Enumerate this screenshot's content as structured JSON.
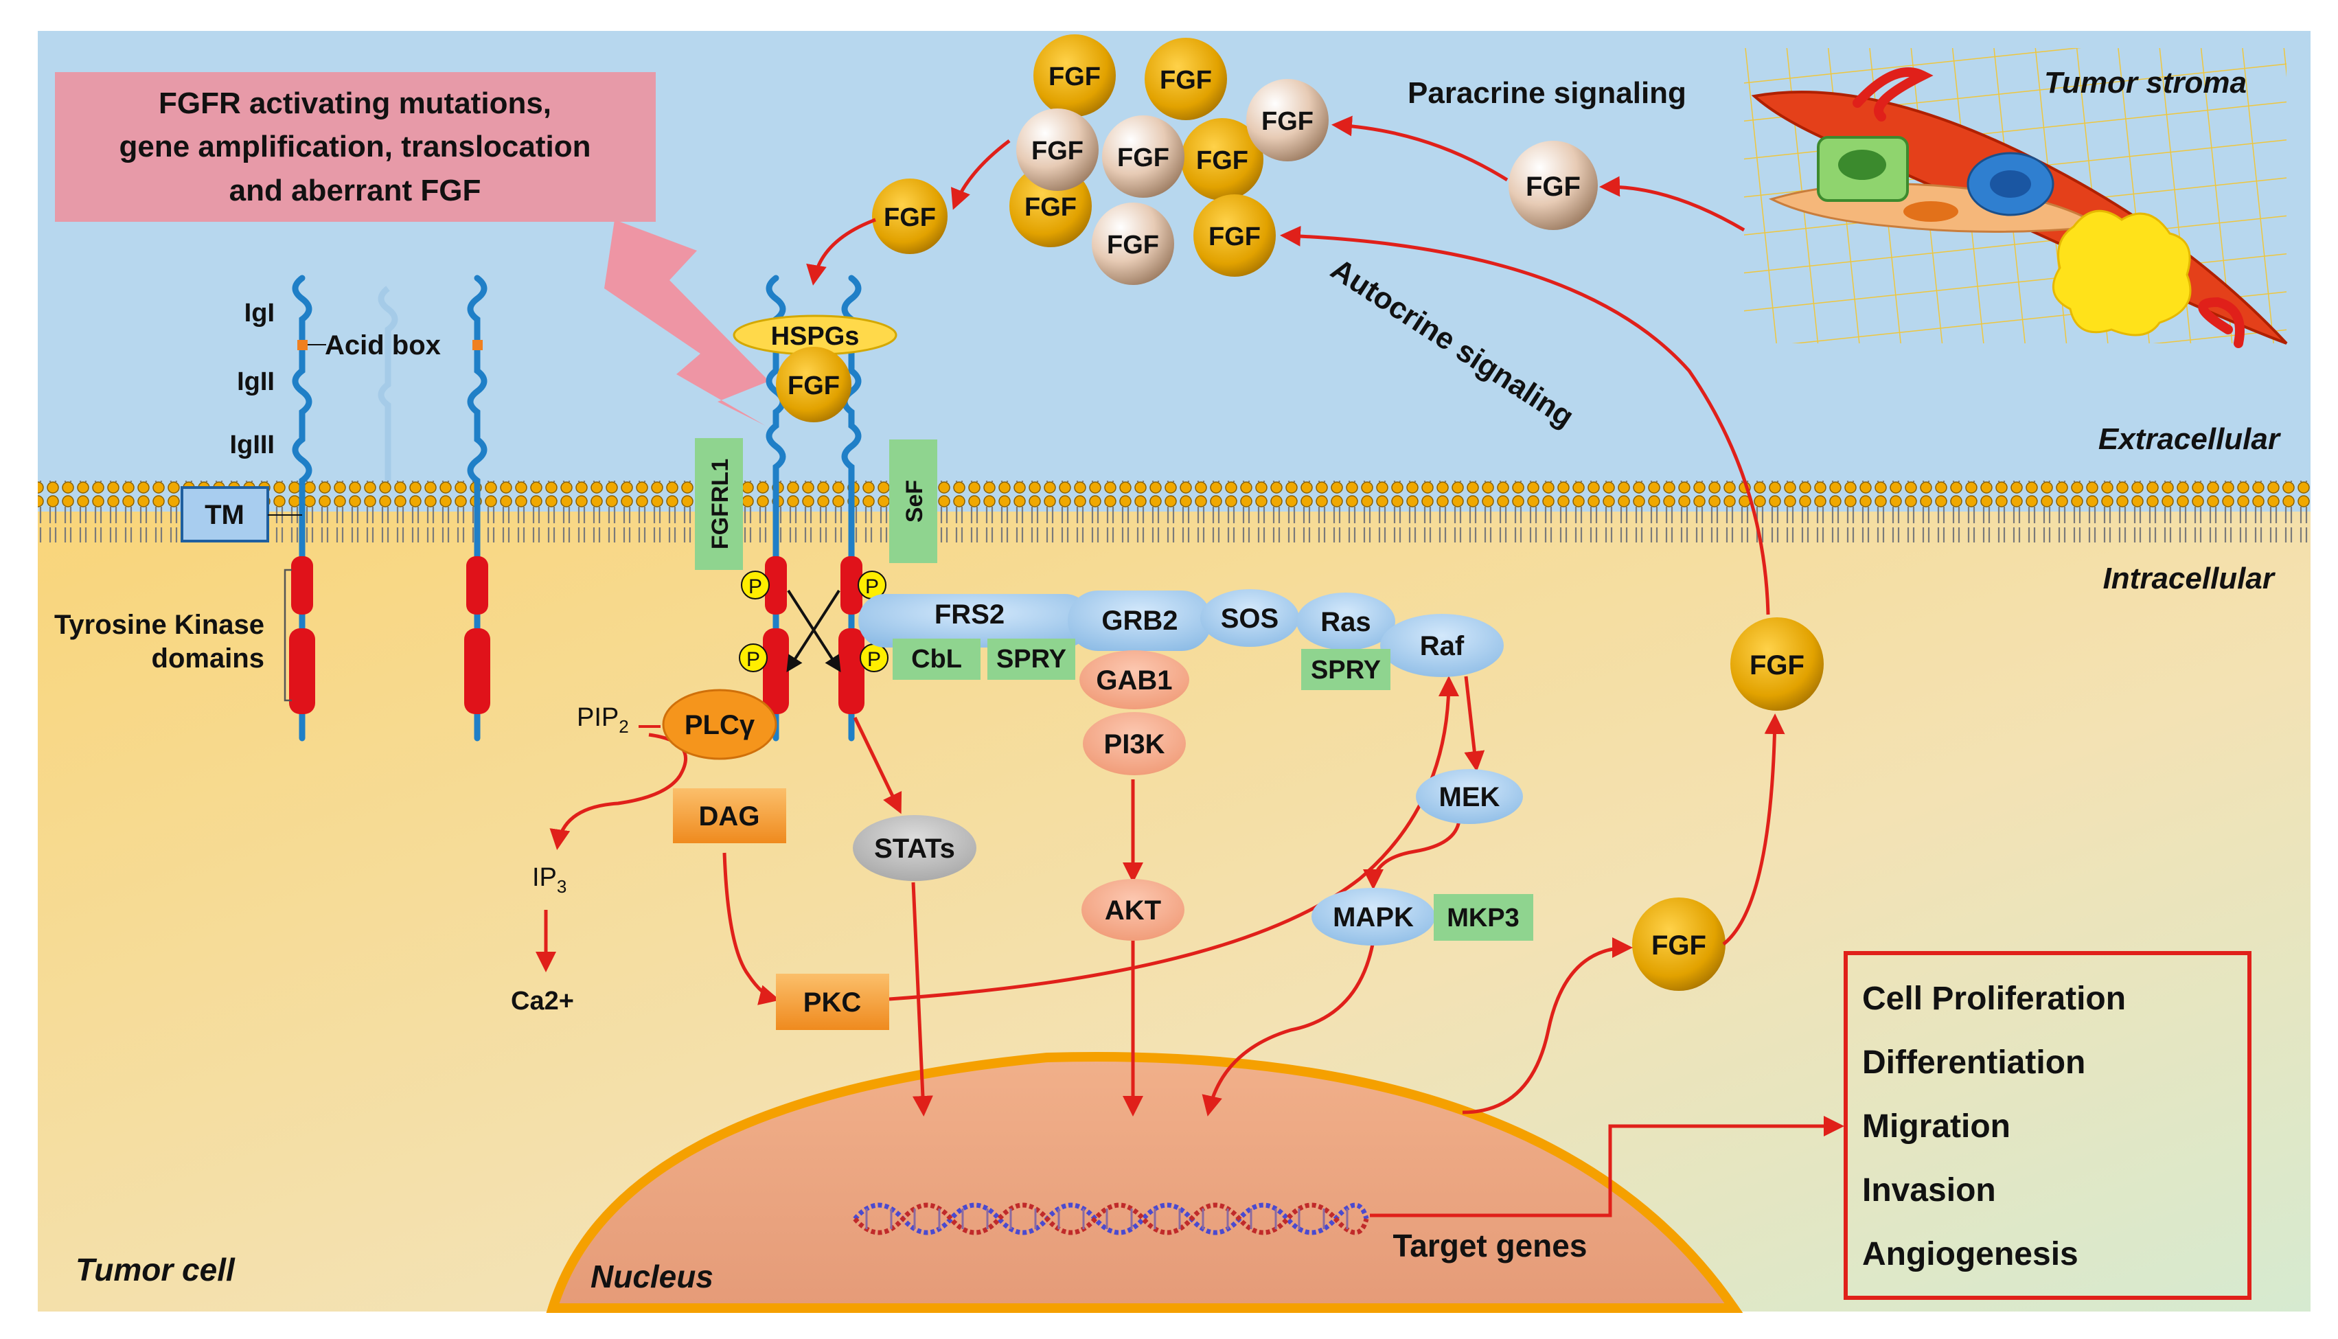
{
  "callout": {
    "line1": "FGFR activating mutations,",
    "line2": "gene amplification, translocation",
    "line3": "and aberrant FGF"
  },
  "regions": {
    "extracellular": "Extracellular",
    "intracellular": "Intracellular",
    "tumor_stroma": "Tumor stroma",
    "tumor_cell": "Tumor cell",
    "nucleus": "Nucleus"
  },
  "signaling": {
    "paracrine": "Paracrine signaling",
    "autocrine": "Autocrine signaling"
  },
  "receptor": {
    "ig1": "IgI",
    "ig2": "IgII",
    "ig3": "IgIII",
    "acid_box": "Acid box",
    "tm": "TM",
    "tk_line1": "Tyrosine Kinase",
    "tk_line2": "domains"
  },
  "ligand": "FGF",
  "phospho": "P",
  "nodes": {
    "hspgs": "HSPGs",
    "fgfrl1": "FGFRL1",
    "sef": "SeF",
    "frs2": "FRS2",
    "grb2": "GRB2",
    "sos": "SOS",
    "ras": "Ras",
    "raf": "Raf",
    "cbl": "CbL",
    "spry1": "SPRY",
    "spry2": "SPRY",
    "gab1": "GAB1",
    "pi3k": "PI3K",
    "akt": "AKT",
    "mek": "MEK",
    "mapk": "MAPK",
    "mkp3": "MKP3",
    "plcg": "PLCγ",
    "pip2": "PIP",
    "pip2_sub": "2",
    "dag": "DAG",
    "ip3": "IP",
    "ip3_sub": "3",
    "ca": "Ca2+",
    "pkc": "PKC",
    "stats": "STATs",
    "target_genes": "Target genes"
  },
  "outcomes": [
    "Cell Proliferation",
    "Differentiation",
    "Migration",
    "Invasion",
    "Angiogenesis"
  ],
  "colors": {
    "extracellular_bg": "#b7d7ee",
    "intracellular_bg": "#f7d88a",
    "arrow": "#e0201a",
    "receptor": "#1f7fc7",
    "kinase": "#e0121a",
    "node_blue": "#a8cdef",
    "node_green": "#8fd48f",
    "node_salmon": "#f5a98a",
    "node_orange": "#f59a3c",
    "fgf_gold": "#e2a400",
    "callout": "#e79aa8"
  }
}
